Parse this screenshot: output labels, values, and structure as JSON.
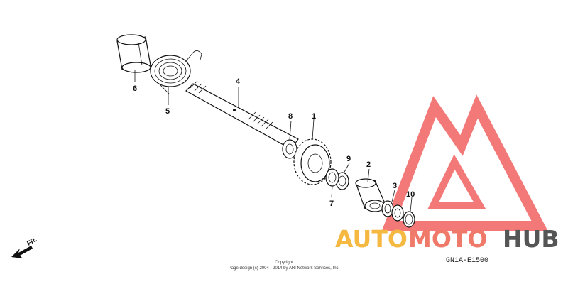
{
  "callouts": {
    "c1": "1",
    "c2": "2",
    "c3": "3",
    "c4": "4",
    "c5": "5",
    "c6": "6",
    "c7": "7",
    "c8": "8",
    "c9": "9",
    "c10": "10"
  },
  "diagram_code": "GN1A-E1500",
  "direction_label": "FR.",
  "copyright": {
    "line1": "Copyright",
    "line2": "Page design (c) 2004 - 2014 by ARI Network Services, Inc."
  },
  "watermark": {
    "text_auto": "AUTO",
    "text_moto": "MOTO",
    "text_hub": "HUB",
    "colors": {
      "auto": "#f5b942",
      "moto": "#f07a6a",
      "hub": "#555555",
      "logo": "#f26b6b"
    }
  }
}
